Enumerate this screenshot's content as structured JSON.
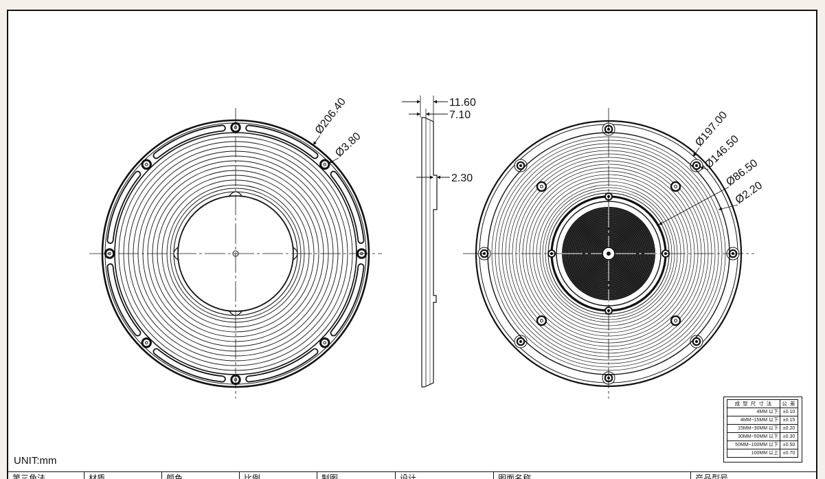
{
  "page": {
    "unit_label": "UNIT:mm"
  },
  "front_view": {
    "outer_diameter": "Ø206.40",
    "hole_diameter": "Ø3.80"
  },
  "side_view": {
    "overall_thickness": "11.60",
    "flange_thickness": "7.10",
    "lip_height": "2.30"
  },
  "back_view": {
    "outer_diameter": "Ø197.00",
    "hole_circle_diameter": "Ø146.50",
    "hub_diameter": "Ø86.50",
    "hole_diameter": "Ø2.20"
  },
  "tolerance_table": {
    "header": {
      "range": "成 型 尺 寸 法",
      "tolerance": "公 差"
    },
    "rows": [
      {
        "range": "4MM 以下",
        "tolerance": "±0.10"
      },
      {
        "range": "4MM~15MM 以下",
        "tolerance": "±0.15"
      },
      {
        "range": "15MM~30MM 以下",
        "tolerance": "±0.20"
      },
      {
        "range": "30MM~50MM 以下",
        "tolerance": "±0.30"
      },
      {
        "range": "50MM~100MM 以下",
        "tolerance": "±0.50"
      },
      {
        "range": "100MM 以上",
        "tolerance": "±0.70"
      }
    ]
  },
  "title_block": {
    "fields": [
      "第三角法",
      "材质",
      "颜色",
      "比例",
      "制图",
      "设计",
      "图面名称",
      "产品型号"
    ]
  },
  "colors": {
    "ink": "#111111",
    "paper": "#ffffff",
    "margin": "#f5f1ea",
    "lens_fill": "#161616",
    "lens_texture": "#6a6a6a"
  }
}
